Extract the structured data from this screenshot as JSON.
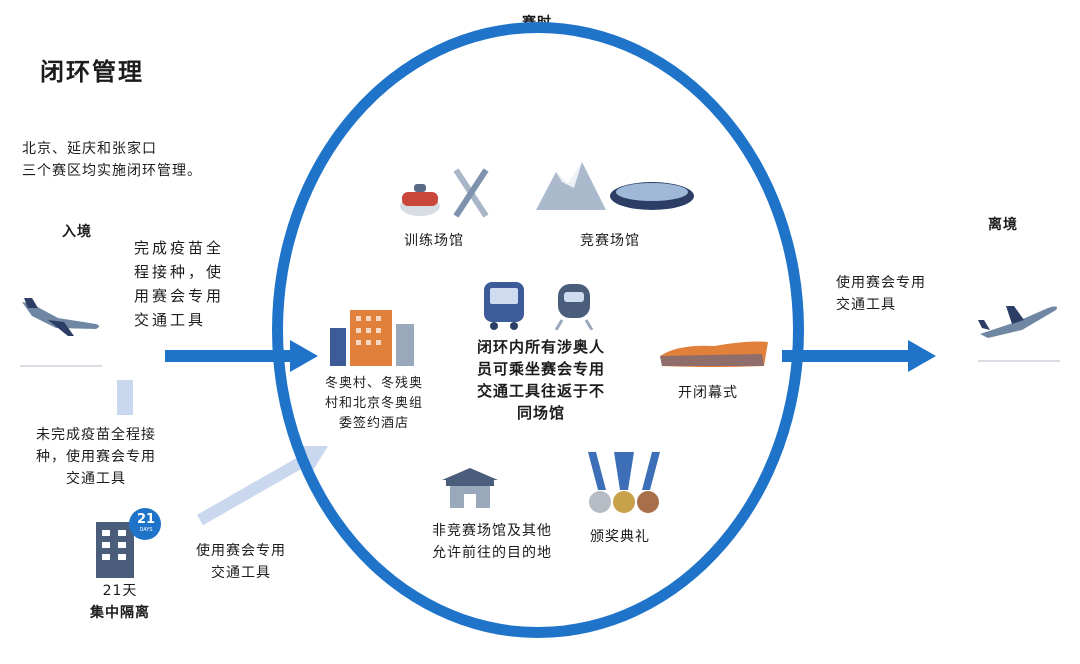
{
  "header": {
    "during_games": "赛时"
  },
  "title": "闭环管理",
  "intro": {
    "line1": "北京、延庆和张家口",
    "line2": "三个赛区均实施闭环管理。"
  },
  "entry": {
    "label": "入境",
    "vaccinated": {
      "line1": "完成疫苗全",
      "line2": "程接种，使",
      "line3": "用赛会专用",
      "line4": "交通工具"
    },
    "unvaccinated": {
      "line1": "未完成疫苗全程接",
      "line2": "种，使用赛会专用",
      "line3": "交通工具"
    },
    "quarantine": {
      "badge": "21",
      "badge_sub": "DAYS",
      "line1": "21天",
      "line2": "集中隔离"
    },
    "after_quarantine": {
      "line1": "使用赛会专用",
      "line2": "交通工具"
    }
  },
  "circle": {
    "training": "训练场馆",
    "competition": "竞赛场馆",
    "villages": {
      "line1": "冬奥村、冬残奥",
      "line2": "村和北京冬奥组",
      "line3": "委签约酒店"
    },
    "center": {
      "line1": "闭环内所有涉奥人",
      "line2": "员可乘坐赛会专用",
      "line3": "交通工具往返于不",
      "line4": "同场馆"
    },
    "ceremonies": "开闭幕式",
    "non_competition": {
      "line1": "非竞赛场馆及其他",
      "line2": "允许前往的目的地"
    },
    "medals": "颁奖典礼"
  },
  "exit": {
    "label": "离境",
    "transport": {
      "line1": "使用赛会专用",
      "line2": "交通工具"
    }
  },
  "colors": {
    "accent_blue": "#1f74c9",
    "light_blue": "#c9d8ee",
    "orange": "#e0803a"
  }
}
